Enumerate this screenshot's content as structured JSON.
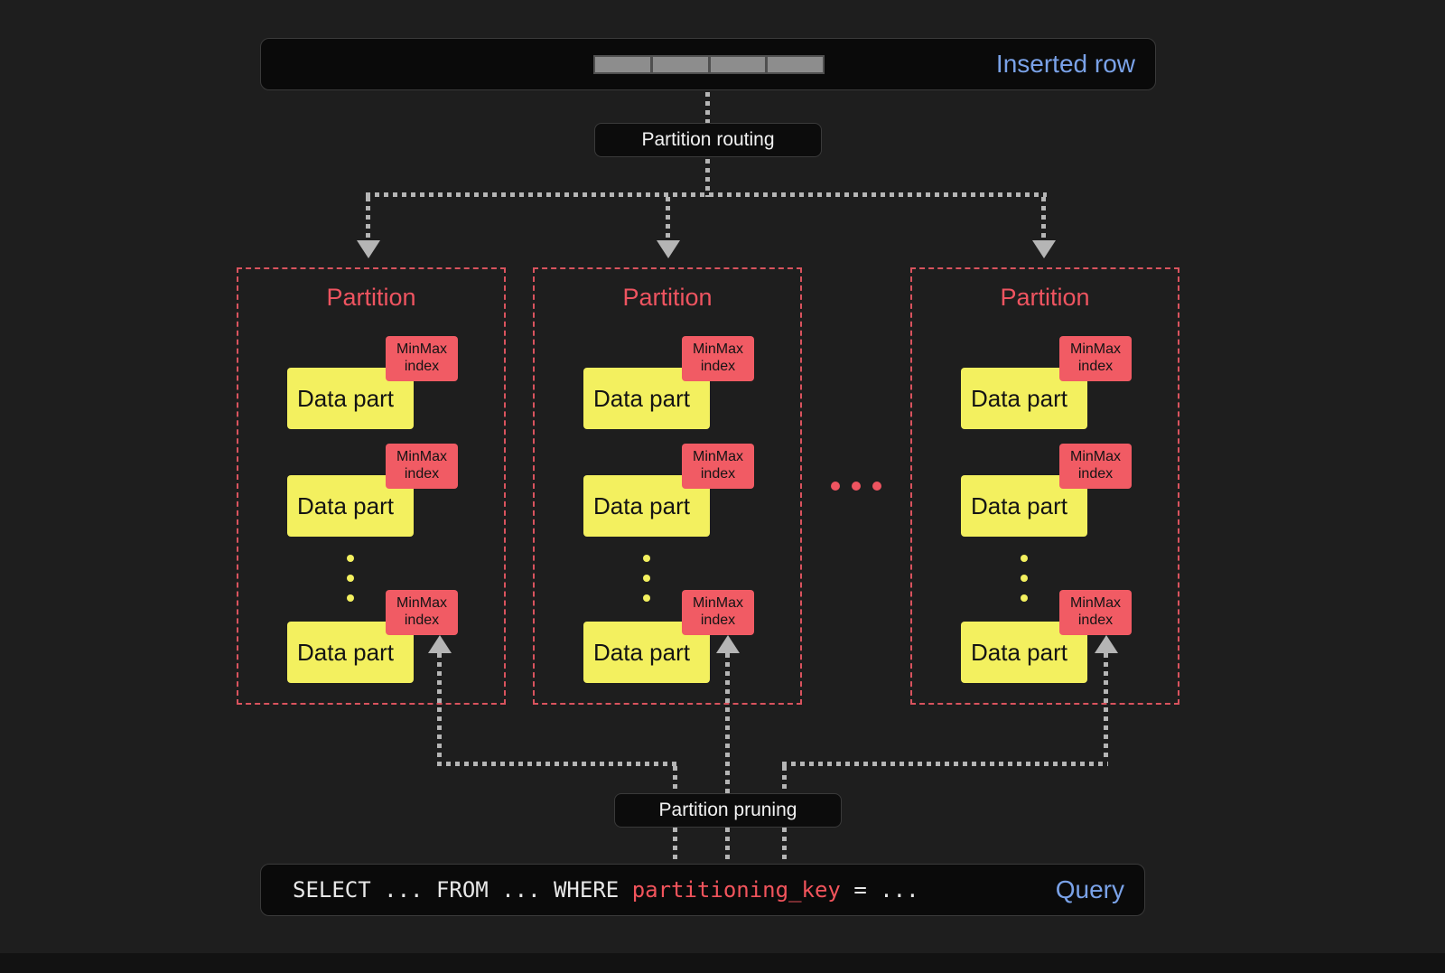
{
  "colors": {
    "background": "#1e1e1e",
    "panel": "#0a0a0a",
    "blue": "#7aa2e8",
    "red": "#f1545f",
    "yellow": "#f3f05f",
    "arrow_gray": "#b5b5b5"
  },
  "inserted_row": {
    "label": "Inserted row"
  },
  "routing": {
    "label": "Partition routing"
  },
  "pruning": {
    "label": "Partition pruning"
  },
  "partitions": [
    {
      "title": "Partition",
      "parts": [
        {
          "label": "Data part",
          "tag": "MinMax index"
        },
        {
          "label": "Data part",
          "tag": "MinMax index"
        },
        {
          "label": "Data part",
          "tag": "MinMax index"
        }
      ]
    },
    {
      "title": "Partition",
      "parts": [
        {
          "label": "Data part",
          "tag": "MinMax index"
        },
        {
          "label": "Data part",
          "tag": "MinMax index"
        },
        {
          "label": "Data part",
          "tag": "MinMax index"
        }
      ]
    },
    {
      "title": "Partition",
      "parts": [
        {
          "label": "Data part",
          "tag": "MinMax index"
        },
        {
          "label": "Data part",
          "tag": "MinMax index"
        },
        {
          "label": "Data part",
          "tag": "MinMax index"
        }
      ]
    }
  ],
  "query": {
    "text_before_key": "SELECT ... FROM ... WHERE ",
    "key": "partitioning_key",
    "text_after_key": " = ...",
    "label": "Query"
  }
}
